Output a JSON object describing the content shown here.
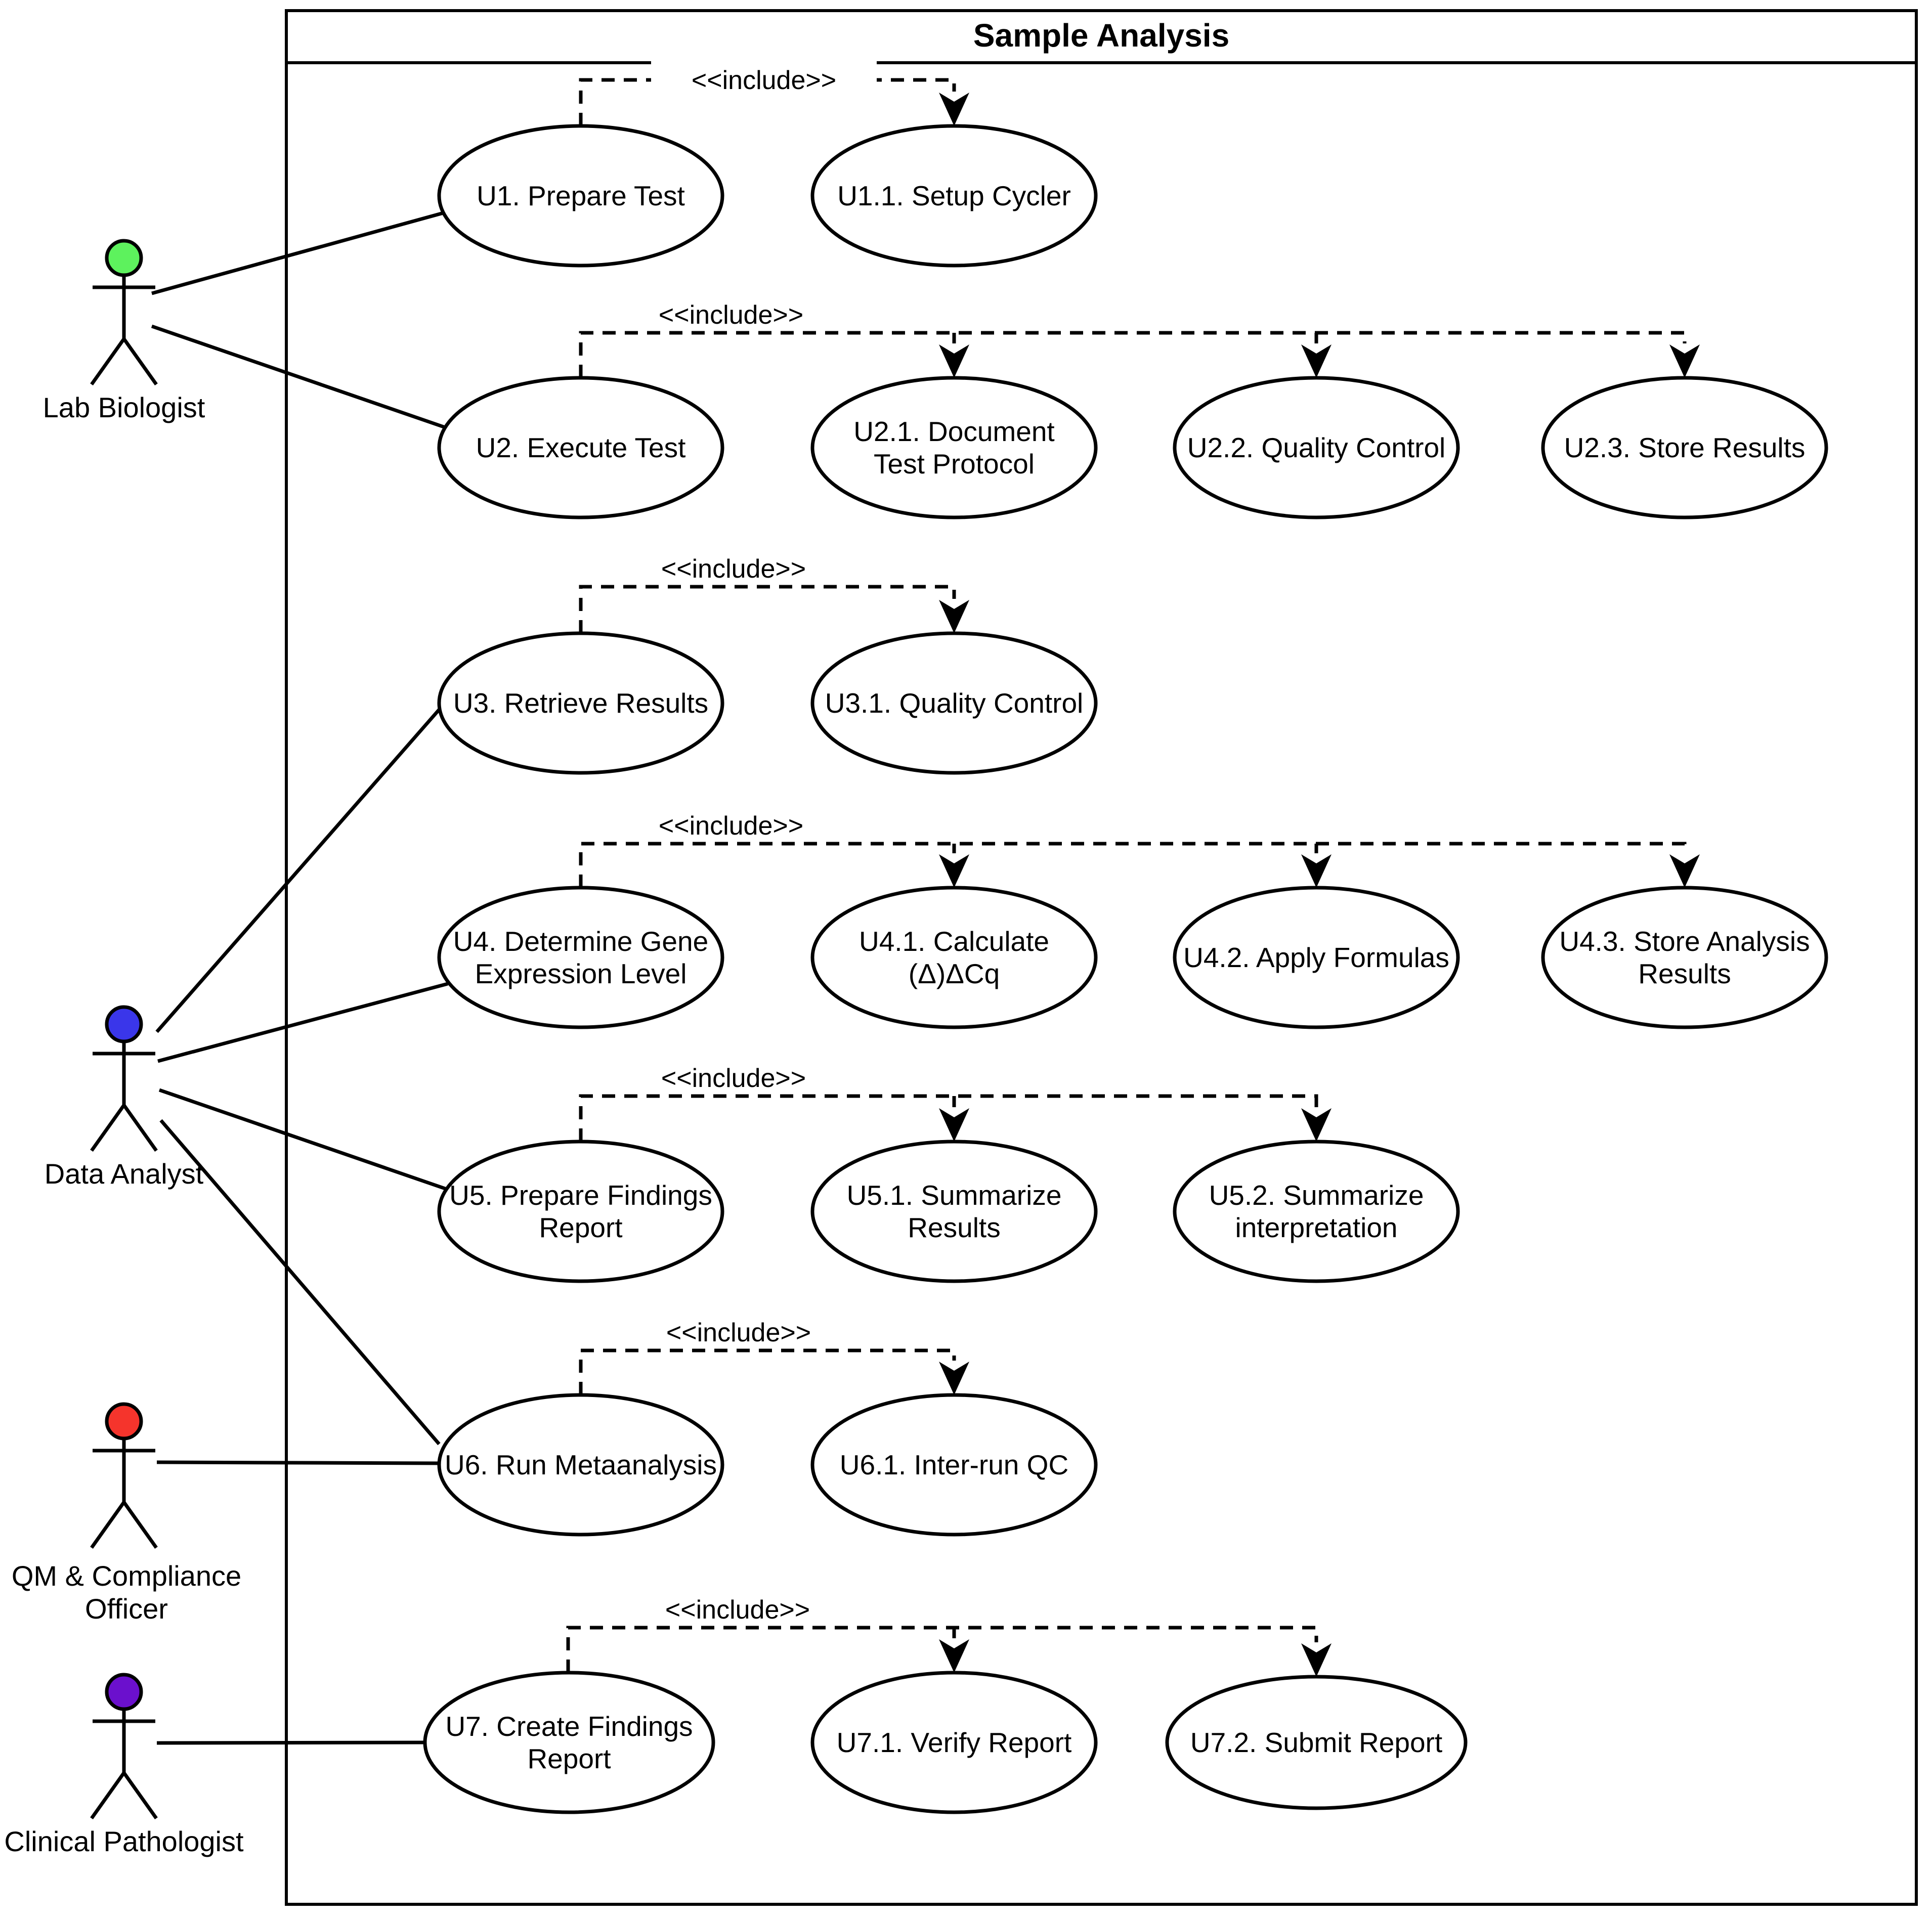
{
  "diagram": {
    "title": "Sample Analysis",
    "include_label": "<<include>>"
  },
  "actors": {
    "lab_biologist": {
      "label": "Lab Biologist",
      "head_color": "#5df25d"
    },
    "data_analyst": {
      "label": "Data Analyst",
      "head_color": "#3a36ea"
    },
    "qm_compliance_officer": {
      "label_line1": "QM & Compliance",
      "label_line2": "Officer",
      "head_color": "#f5342c"
    },
    "clinical_pathologist": {
      "label": "Clinical Pathologist",
      "head_color": "#6b10cd"
    }
  },
  "use_cases": {
    "u1": {
      "lines": [
        "U1. Prepare Test"
      ]
    },
    "u1_1": {
      "lines": [
        "U1.1. Setup Cycler"
      ]
    },
    "u2": {
      "lines": [
        "U2. Execute Test"
      ]
    },
    "u2_1": {
      "lines": [
        "U2.1. Document",
        "Test Protocol"
      ]
    },
    "u2_2": {
      "lines": [
        "U2.2. Quality Control"
      ]
    },
    "u2_3": {
      "lines": [
        "U2.3. Store Results"
      ]
    },
    "u3": {
      "lines": [
        "U3. Retrieve Results"
      ]
    },
    "u3_1": {
      "lines": [
        "U3.1. Quality Control"
      ]
    },
    "u4": {
      "lines": [
        "U4. Determine Gene",
        "Expression Level"
      ]
    },
    "u4_1": {
      "lines": [
        "U4.1. Calculate",
        "(Δ)ΔCq"
      ]
    },
    "u4_2": {
      "lines": [
        "U4.2. Apply Formulas"
      ]
    },
    "u4_3": {
      "lines": [
        "U4.3. Store Analysis",
        "Results"
      ]
    },
    "u5": {
      "lines": [
        "U5. Prepare Findings",
        "Report"
      ]
    },
    "u5_1": {
      "lines": [
        "U5.1. Summarize",
        "Results"
      ]
    },
    "u5_2": {
      "lines": [
        "U5.2. Summarize",
        "interpretation"
      ]
    },
    "u6": {
      "lines": [
        "U6. Run Metaanalysis"
      ]
    },
    "u6_1": {
      "lines": [
        "U6.1. Inter-run QC"
      ]
    },
    "u7": {
      "lines": [
        "U7. Create Findings",
        "Report"
      ]
    },
    "u7_1": {
      "lines": [
        "U7.1. Verify Report"
      ]
    },
    "u7_2": {
      "lines": [
        "U7.2. Submit Report"
      ]
    }
  }
}
